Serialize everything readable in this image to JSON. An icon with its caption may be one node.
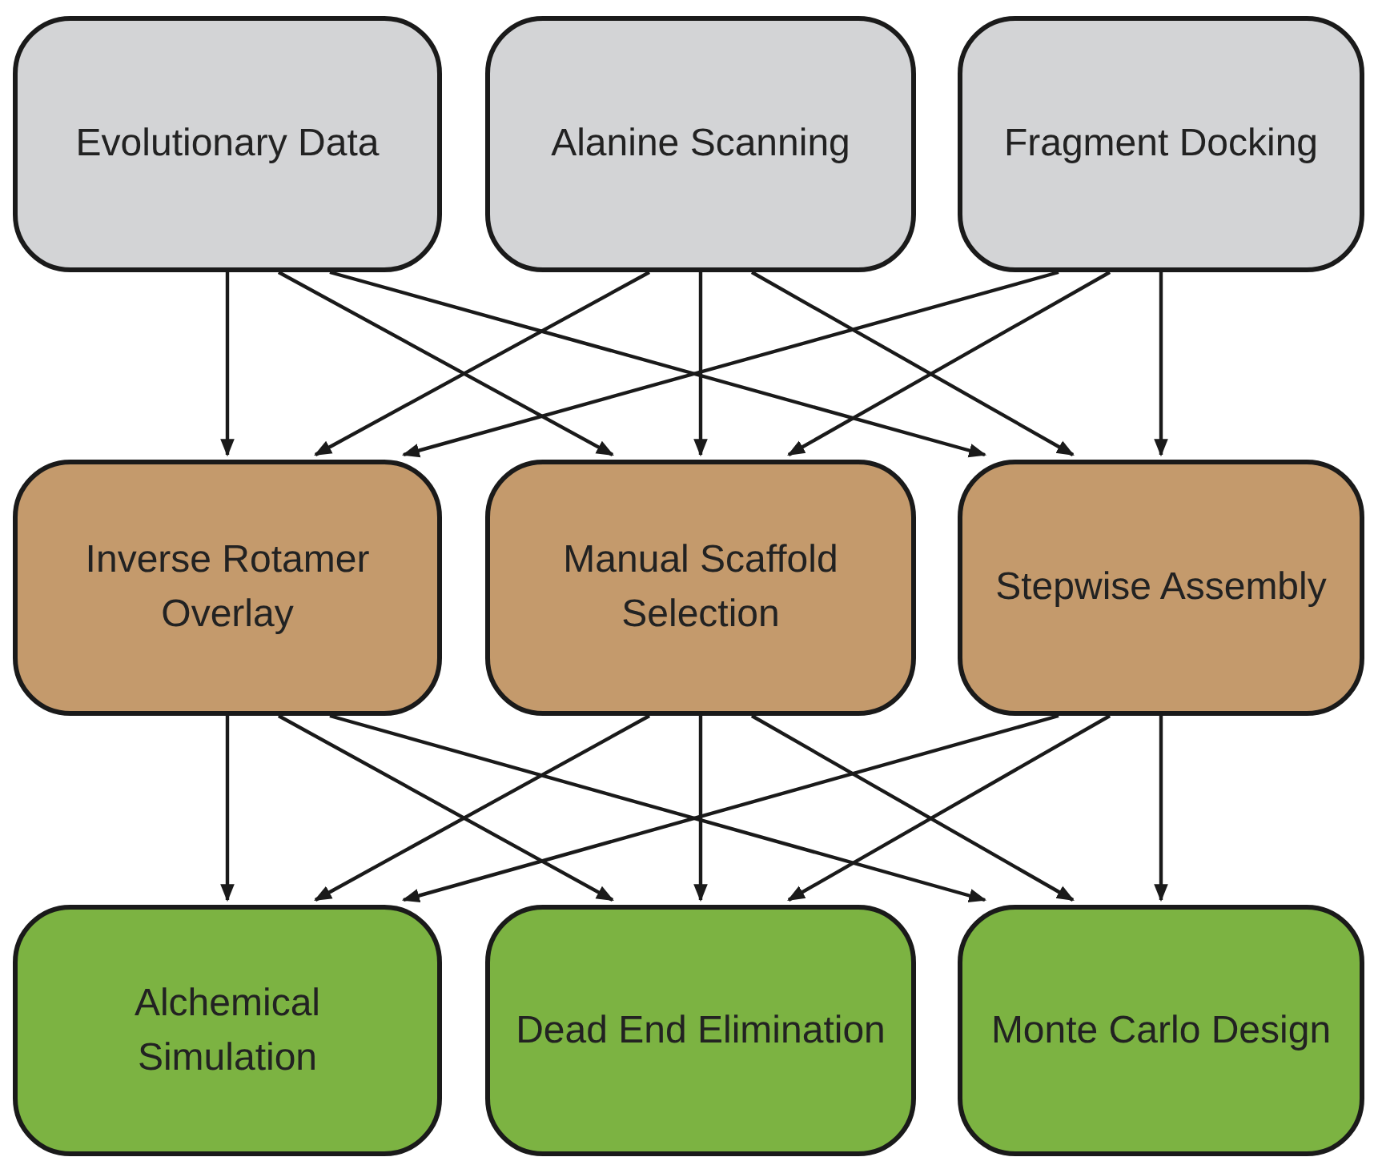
{
  "diagram": {
    "nodes": [
      {
        "text": [
          "Evolutionary Data"
        ]
      },
      {
        "text": [
          "Alanine Scanning"
        ]
      },
      {
        "text": [
          "Fragment Docking"
        ]
      },
      {
        "text": [
          "Inverse Rotamer Overlay"
        ]
      },
      {
        "text": [
          "Manual Scaffold Selection"
        ]
      },
      {
        "text": [
          "Stepwise Assembly"
        ]
      },
      {
        "text": [
          "Alchemical Simulation"
        ]
      },
      {
        "text": [
          "Dead End Elimination"
        ]
      },
      {
        "text": [
          "Monte Carlo Design"
        ]
      }
    ],
    "edges": [
      {
        "from": 0,
        "to": 3,
        "arrow": "to"
      },
      {
        "from": 0,
        "to": 4,
        "arrow": "to"
      },
      {
        "from": 0,
        "to": 5,
        "arrow": "to"
      },
      {
        "from": 1,
        "to": 3,
        "arrow": "to"
      },
      {
        "from": 1,
        "to": 4,
        "arrow": "to"
      },
      {
        "from": 1,
        "to": 5,
        "arrow": "to"
      },
      {
        "from": 2,
        "to": 3,
        "arrow": "to"
      },
      {
        "from": 2,
        "to": 4,
        "arrow": "to"
      },
      {
        "from": 2,
        "to": 5,
        "arrow": "to"
      },
      {
        "from": 3,
        "to": 6,
        "arrow": "to"
      },
      {
        "from": 3,
        "to": 7,
        "arrow": "to"
      },
      {
        "from": 3,
        "to": 8,
        "arrow": "to"
      },
      {
        "from": 4,
        "to": 6,
        "arrow": "to"
      },
      {
        "from": 4,
        "to": 7,
        "arrow": "to"
      },
      {
        "from": 4,
        "to": 8,
        "arrow": "to"
      },
      {
        "from": 5,
        "to": 6,
        "arrow": "to"
      },
      {
        "from": 5,
        "to": 7,
        "arrow": "to"
      },
      {
        "from": 5,
        "to": 8,
        "arrow": "to"
      }
    ]
  }
}
